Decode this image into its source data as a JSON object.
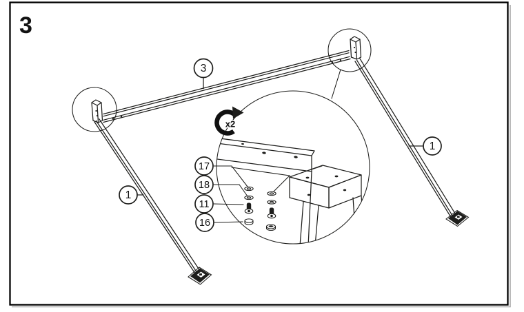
{
  "document": {
    "type": "assembly-instruction-step",
    "step": {
      "number": "3"
    },
    "repeat_indicator": {
      "label": "x2"
    },
    "callouts": {
      "crossbar": {
        "label": "3"
      },
      "left_rail": {
        "label": "1"
      },
      "right_rail": {
        "label": "1"
      },
      "part17": {
        "label": "17"
      },
      "part18": {
        "label": "18"
      },
      "part11": {
        "label": "11"
      },
      "part16": {
        "label": "16"
      }
    },
    "detail_view": {
      "description": "magnified corner joint with two fastener stacks",
      "hardware_order_top_to_bottom": [
        "17 washer",
        "18 washer",
        "11 bolt",
        "16 cap"
      ]
    },
    "colors": {
      "ink": "#1d1d1b",
      "background": "#ffffff",
      "border": "#000000",
      "border_shadow": "#a9a9a9"
    }
  }
}
